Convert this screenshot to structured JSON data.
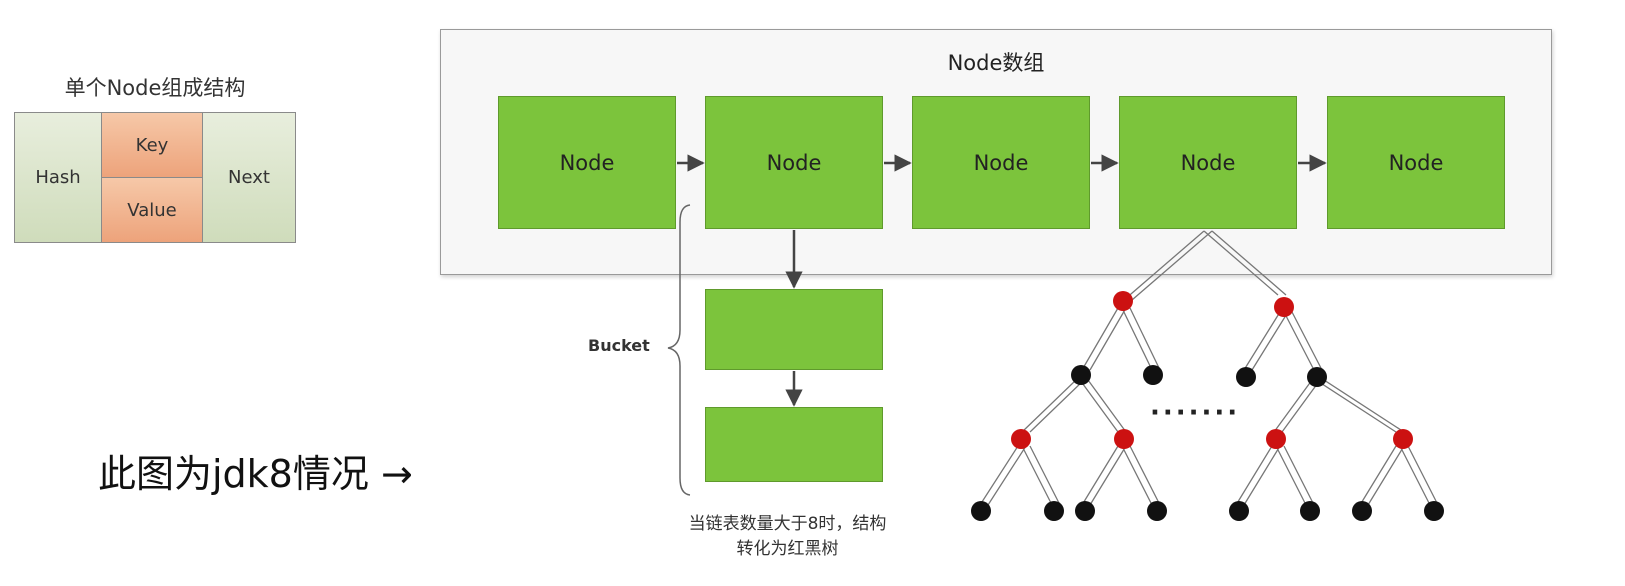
{
  "structure": {
    "title": "单个Node组成结构",
    "hash": "Hash",
    "key": "Key",
    "value": "Value",
    "next": "Next"
  },
  "note": "此图为jdk8情况 →",
  "array": {
    "title": "Node数组",
    "nodes": [
      "Node",
      "Node",
      "Node",
      "Node",
      "Node"
    ]
  },
  "bucket": {
    "label": "Bucket",
    "caption_line1": "当链表数量大于8时，结构",
    "caption_line2": "转化为红黑树"
  },
  "tree": {
    "ellipsis": "·······",
    "colors": {
      "red": "#cc1111",
      "black": "#111111"
    }
  },
  "colors": {
    "node_green": "#7cc43c",
    "kv_orange": "#eda37b",
    "side_green": "#d9e4c6"
  }
}
